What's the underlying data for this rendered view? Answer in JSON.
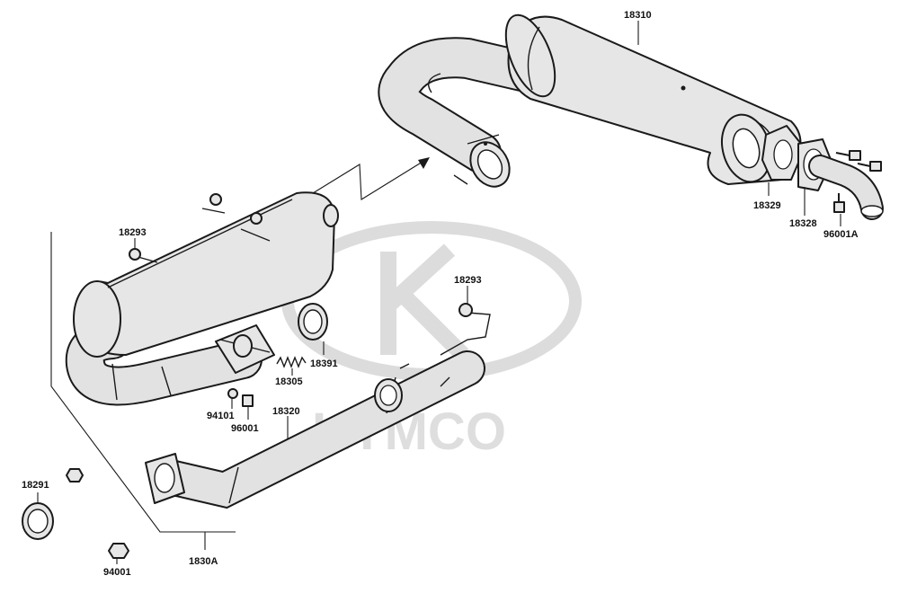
{
  "watermark": {
    "text": "KYMCO"
  },
  "labels": {
    "p18310": "18310",
    "p18329": "18329",
    "p18328": "18328",
    "p96001A": "96001A",
    "p18293_left": "18293",
    "p18293_right": "18293",
    "p18391": "18391",
    "p18305": "18305",
    "p94101": "94101",
    "p96001": "96001",
    "p18320": "18320",
    "p18291": "18291",
    "p94001": "94001",
    "p1830A": "1830A"
  },
  "colors": {
    "line": "#1a1a1a",
    "part_fill": "#e6e6e6",
    "watermark": "#dcdcdc"
  }
}
